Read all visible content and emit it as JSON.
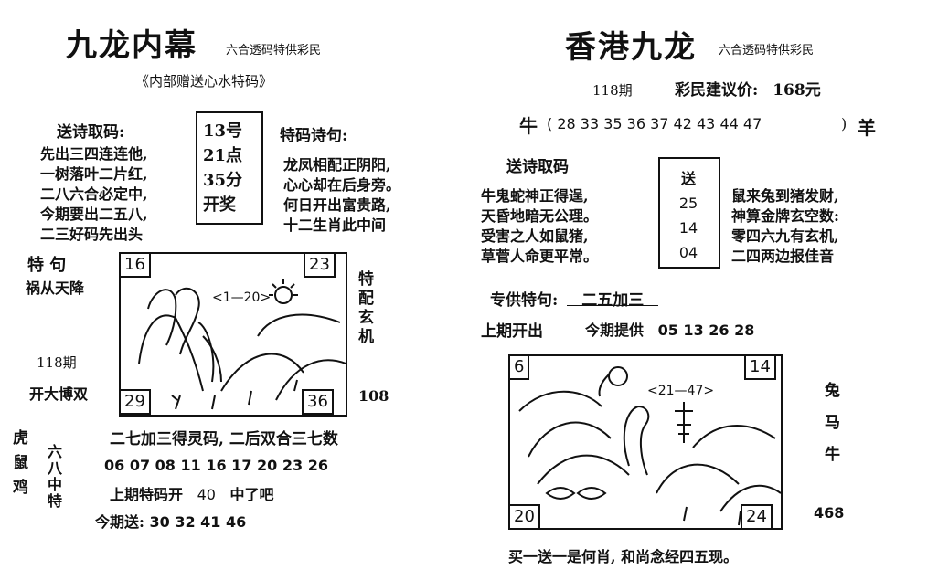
{
  "left": {
    "title": "九龙内幕",
    "subtitle": "六合透码特供彩民",
    "tagline": "《内部赠送心水特码》",
    "poem_heading": "送诗取码:",
    "poem_lines": [
      "先出三四连连他,",
      "一树落叶二片红,",
      "二八六合必定中,",
      "今期要出二五八,",
      "二三好码先出头"
    ],
    "draw_time": [
      "13号",
      "21点",
      "35分",
      "开奖"
    ],
    "code_poem_heading": "特码诗句:",
    "code_poem_lines": [
      "龙凤相配正阴阳,",
      "心心却在后身旁。",
      "何日开出富贵路,",
      "十二生肖此中间"
    ],
    "special_phrase_title": "特 句",
    "special_phrase": "祸从天降",
    "picture_corners": [
      "16",
      "23",
      "29",
      "36"
    ],
    "picture_label": "<1—20>",
    "side_vertical": "特配玄机",
    "side_number": "108",
    "period": "118期",
    "open_hint": "开大博双",
    "combo_line": "二七加三得灵码, 二后双合三七数",
    "numbers": "06 07 08 11 16 17 20 23 26",
    "last_prefix": "上期特码开",
    "last_code": "40",
    "last_suffix": "中了吧",
    "today_prefix": "今期送:",
    "today_numbers": "30 32 41 46",
    "zodiac_col": "虎鼠鸡",
    "liuba": "六八中特"
  },
  "right": {
    "title": "香港九龙",
    "subtitle": "六合透码特供彩民",
    "period": "118期",
    "price_label": "彩民建议价:",
    "price_value": "168元",
    "ox_label": "牛",
    "ox_numbers": "( 28 33 35 36 37 42 43 44 47",
    "ox_close": ")",
    "goat_label": "羊",
    "poem_heading": "送诗取码",
    "poem_lines": [
      "牛鬼蛇神正得逞,",
      "天昏地暗无公理。",
      "受害之人如鼠猪,",
      "草菅人命更平常。"
    ],
    "send_box": [
      "送",
      "25",
      "14",
      "04"
    ],
    "poem2_lines": [
      "鼠来兔到猪发财,",
      "神算金牌玄空数:",
      "零四六九有玄机,",
      "二四两边报佳音"
    ],
    "special_label": "专供特句:",
    "special_value": "二五加三",
    "last_label": "上期开出",
    "today_label": "今期提供",
    "today_numbers": "05 13 26 28",
    "picture_corners": [
      "6",
      "14",
      "20",
      "24"
    ],
    "picture_label": "<21—47>",
    "zodiac_col": "兔马牛",
    "side_number": "468",
    "footer": "买一送一是何肖, 和尚念经四五现。"
  }
}
